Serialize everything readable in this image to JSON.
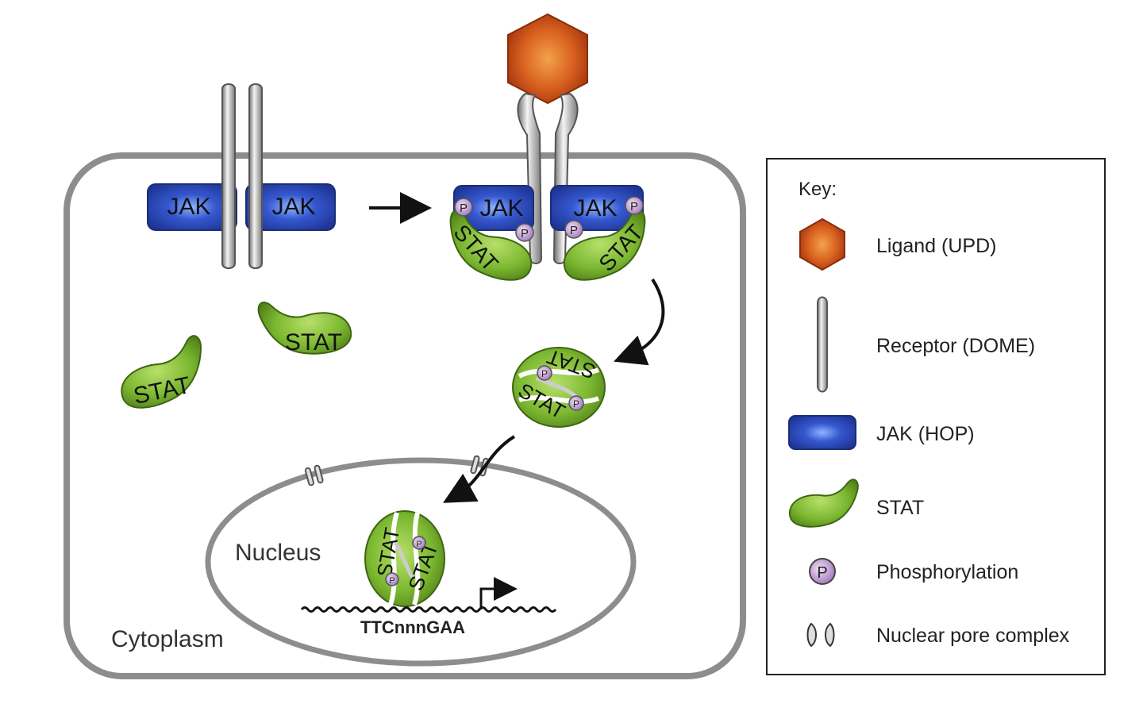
{
  "diagram": {
    "jak_label": "JAK",
    "stat_label": "STAT",
    "phospho_label": "P",
    "nucleus_label": "Nucleus",
    "cytoplasm_label": "Cytoplasm",
    "dna_sequence": "TTCnnnGAA"
  },
  "key": {
    "title": "Key:",
    "items": [
      {
        "label": "Ligand (UPD)",
        "icon": "hexagon-icon"
      },
      {
        "label": "Receptor (DOME)",
        "icon": "receptor-icon"
      },
      {
        "label": "JAK (HOP)",
        "icon": "jak-icon"
      },
      {
        "label": "STAT",
        "icon": "stat-icon"
      },
      {
        "label": "Phosphorylation",
        "icon": "phospho-icon"
      },
      {
        "label": "Nuclear pore complex",
        "icon": "pore-icon"
      }
    ]
  },
  "colors": {
    "ligand": "#d2541a",
    "jak": "#2f4fbf",
    "stat": "#7ab82e",
    "phospho": "#c9a7d8",
    "membrane": "#8a8a8a"
  }
}
